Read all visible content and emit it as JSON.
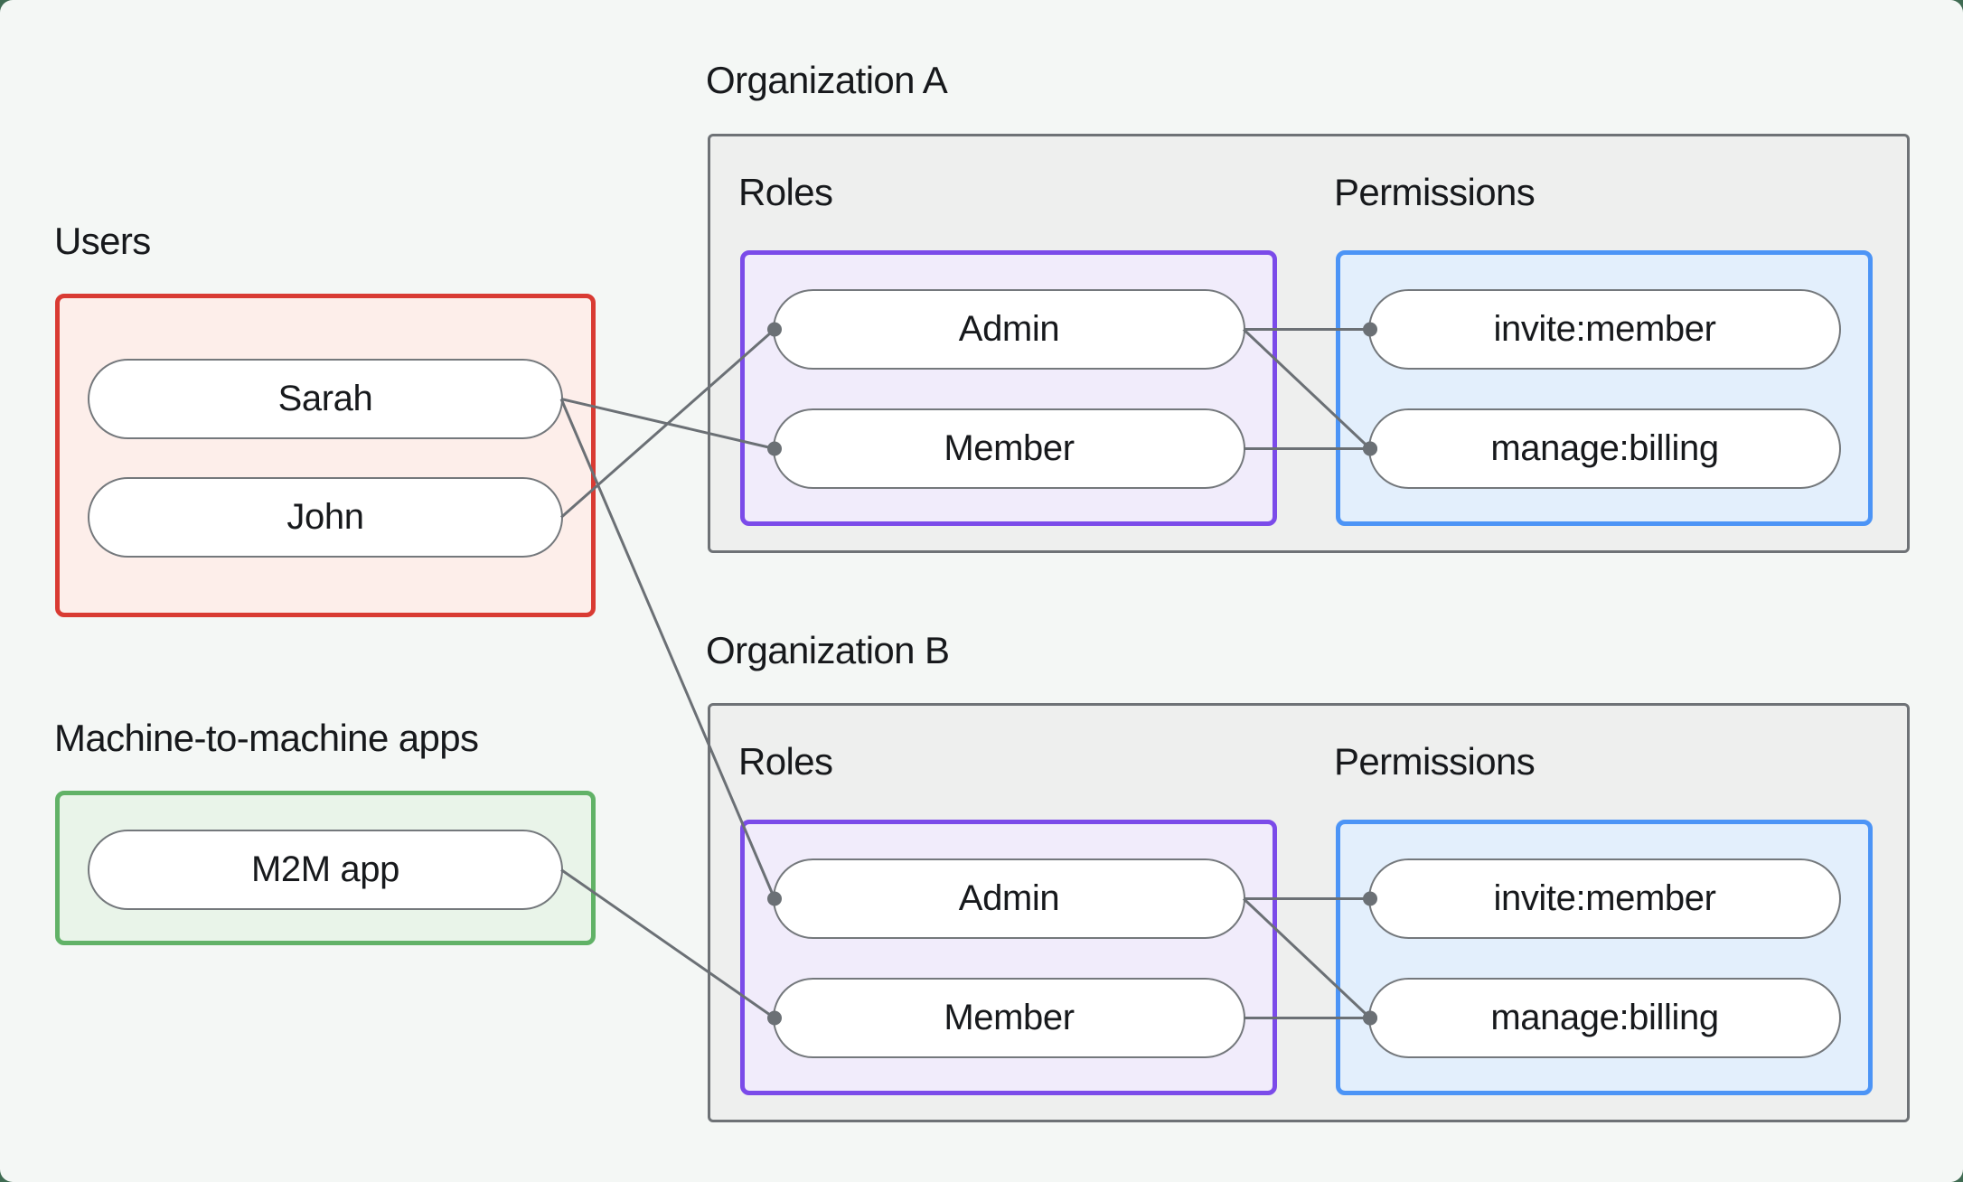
{
  "palette": {
    "outer_bg": "#3f6b52",
    "panel_bg": "#f4f7f5",
    "text": "#17191c",
    "users_border": "#d93b33",
    "users_bg": "#fdeeea",
    "m2m_border": "#61b267",
    "m2m_bg": "#e9f4e9",
    "org_border": "#6e7276",
    "org_bg": "#eeefee",
    "roles_border": "#7b4be9",
    "roles_bg": "#f1ecfb",
    "perms_border": "#4c94f6",
    "perms_bg": "#e3effc",
    "pill_border": "#74787c",
    "pill_bg": "#ffffff",
    "edge_color": "#6b7075"
  },
  "users_section": {
    "title": "Users",
    "items": [
      {
        "id": "user-sarah",
        "label": "Sarah"
      },
      {
        "id": "user-john",
        "label": "John"
      }
    ]
  },
  "m2m_section": {
    "title": "Machine-to-machine apps",
    "items": [
      {
        "id": "m2m-app",
        "label": "M2M app"
      }
    ]
  },
  "organizations": [
    {
      "id": "org-a",
      "title": "Organization A",
      "roles_label": "Roles",
      "permissions_label": "Permissions",
      "roles": [
        {
          "id": "orga-role-admin",
          "label": "Admin"
        },
        {
          "id": "orga-role-member",
          "label": "Member"
        }
      ],
      "permissions": [
        {
          "id": "orga-perm-invite",
          "label": "invite:member"
        },
        {
          "id": "orga-perm-manage",
          "label": "manage:billing"
        }
      ]
    },
    {
      "id": "org-b",
      "title": "Organization B",
      "roles_label": "Roles",
      "permissions_label": "Permissions",
      "roles": [
        {
          "id": "orgb-role-admin",
          "label": "Admin"
        },
        {
          "id": "orgb-role-member",
          "label": "Member"
        }
      ],
      "permissions": [
        {
          "id": "orgb-perm-invite",
          "label": "invite:member"
        },
        {
          "id": "orgb-perm-manage",
          "label": "manage:billing"
        }
      ]
    }
  ],
  "connections": [
    {
      "from": "user-john",
      "to": "orga-role-admin"
    },
    {
      "from": "user-sarah",
      "to": "orga-role-member"
    },
    {
      "from": "user-sarah",
      "to": "orgb-role-admin"
    },
    {
      "from": "m2m-app",
      "to": "orgb-role-member"
    },
    {
      "from": "orga-role-admin",
      "to": "orga-perm-invite"
    },
    {
      "from": "orga-role-admin",
      "to": "orga-perm-manage"
    },
    {
      "from": "orga-role-member",
      "to": "orga-perm-manage"
    },
    {
      "from": "orgb-role-admin",
      "to": "orgb-perm-invite"
    },
    {
      "from": "orgb-role-admin",
      "to": "orgb-perm-manage"
    },
    {
      "from": "orgb-role-member",
      "to": "orgb-perm-manage"
    }
  ]
}
